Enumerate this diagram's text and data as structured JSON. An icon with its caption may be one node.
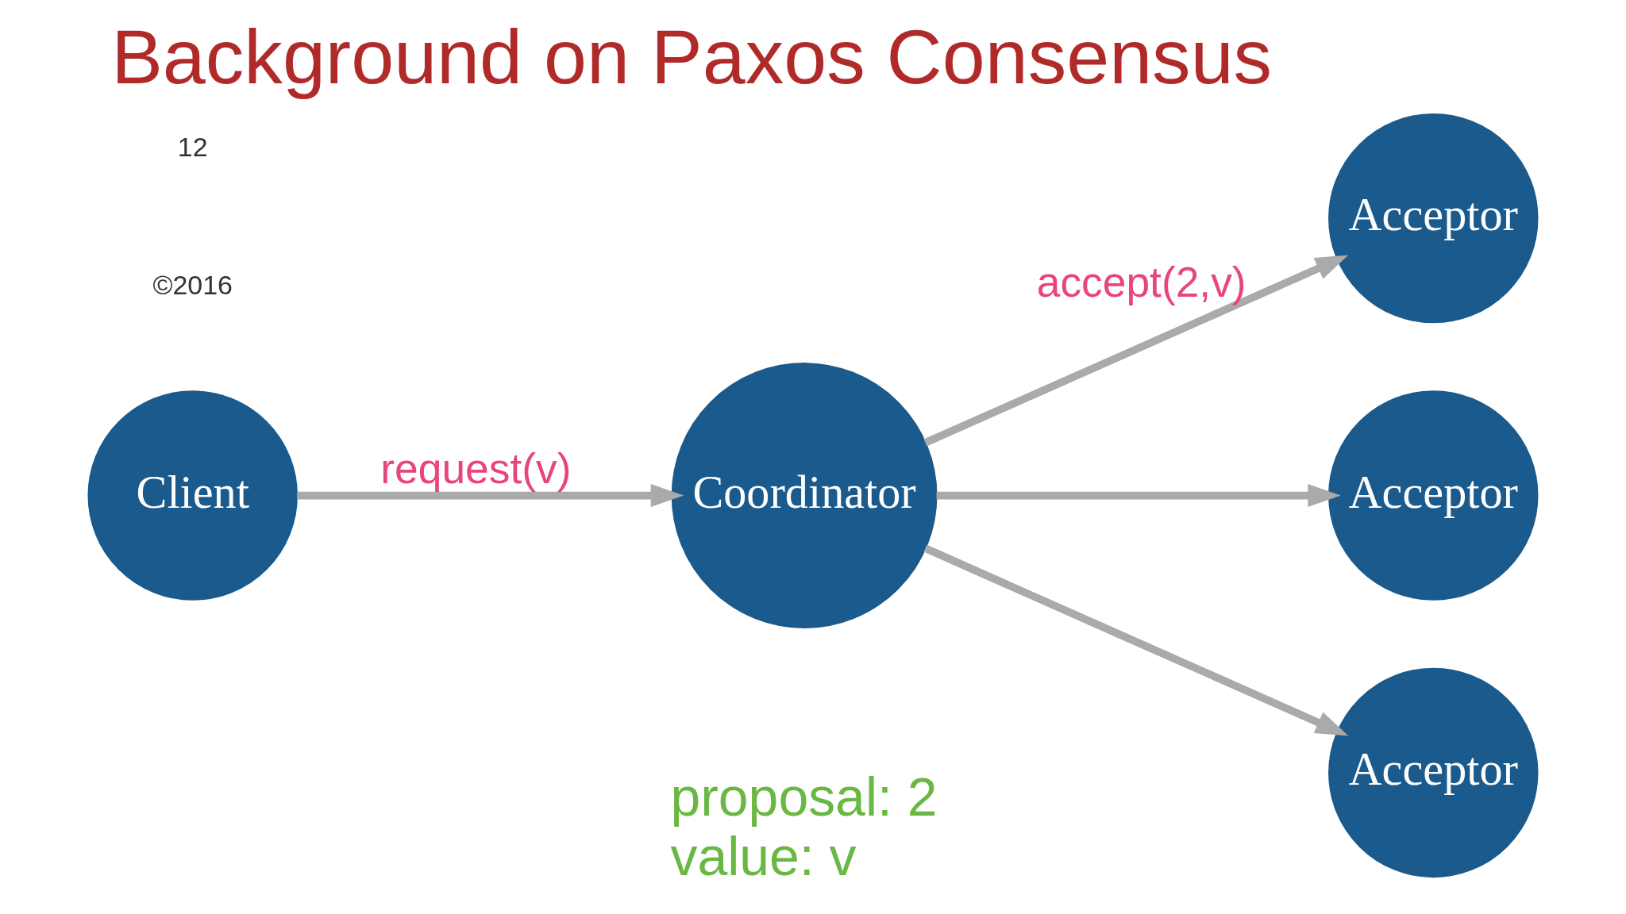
{
  "diagram": {
    "title": "Background on Paxos Consensus",
    "nodes": [
      {
        "text": [
          "Client"
        ]
      },
      {
        "text": [
          "Coordinator"
        ],
        "beside": [
          "proposal: 2",
          "value: v"
        ]
      },
      {
        "text": [
          "Acceptor"
        ]
      },
      {
        "text": [
          "Acceptor"
        ]
      },
      {
        "text": [
          "Acceptor"
        ]
      }
    ],
    "edges": [
      {
        "from": 0,
        "to": 1,
        "arrow": "to",
        "label": "request(v)"
      },
      {
        "from": 1,
        "to": 2,
        "arrow": "to",
        "label": "accept(2,v)"
      },
      {
        "from": 1,
        "to": 3,
        "arrow": "to"
      },
      {
        "from": 1,
        "to": 4,
        "arrow": "to"
      }
    ],
    "labels": [
      "©2016",
      "12"
    ]
  }
}
